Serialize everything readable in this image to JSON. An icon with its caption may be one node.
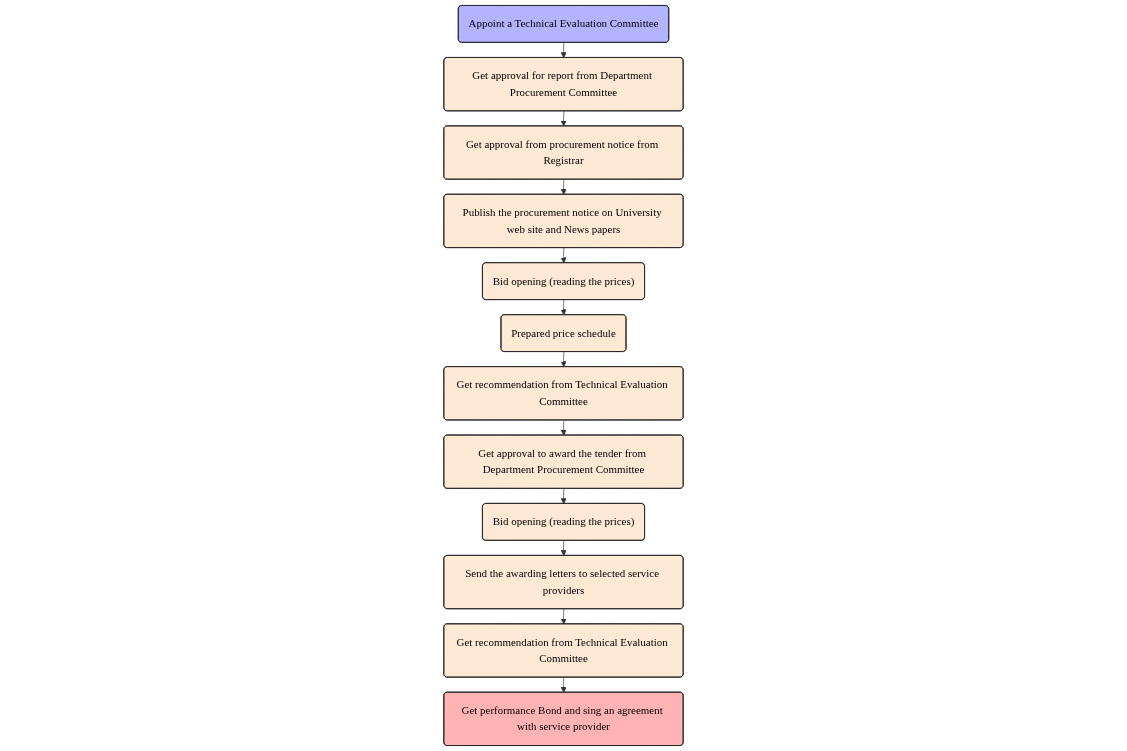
{
  "diagram": {
    "nodes": [
      {
        "text": [
          "Appoint a Technical Evaluation Committee"
        ]
      },
      {
        "text": [
          "Get approval for report from Department Procurement Committee"
        ]
      },
      {
        "text": [
          "Get approval from procurement notice from Registrar"
        ]
      },
      {
        "text": [
          "Publish the procurement notice on University web site and News papers"
        ]
      },
      {
        "text": [
          "Bid opening (reading the prices)"
        ]
      },
      {
        "text": [
          "Prepared price schedule"
        ]
      },
      {
        "text": [
          "Get recommendation from Technical Evaluation Committee"
        ]
      },
      {
        "text": [
          "Get approval to award the tender from Department Procurement Committee"
        ]
      },
      {
        "text": [
          "Bid opening (reading the prices)"
        ]
      },
      {
        "text": [
          "Send the awarding letters to selected service providers"
        ]
      },
      {
        "text": [
          "Get recommendation from Technical Evaluation Committee"
        ]
      },
      {
        "text": [
          "Get performance Bond and sing an agreement with service provider"
        ]
      }
    ],
    "edges": [
      {
        "from": 0,
        "to": 1,
        "arrow": "to"
      },
      {
        "from": 1,
        "to": 2,
        "arrow": "to"
      },
      {
        "from": 2,
        "to": 3,
        "arrow": "to"
      },
      {
        "from": 3,
        "to": 4,
        "arrow": "to"
      },
      {
        "from": 4,
        "to": 5,
        "arrow": "to"
      },
      {
        "from": 5,
        "to": 6,
        "arrow": "to"
      },
      {
        "from": 6,
        "to": 7,
        "arrow": "to"
      },
      {
        "from": 7,
        "to": 8,
        "arrow": "to"
      },
      {
        "from": 8,
        "to": 9,
        "arrow": "to"
      },
      {
        "from": 9,
        "to": 10,
        "arrow": "to"
      },
      {
        "from": 10,
        "to": 11,
        "arrow": "to"
      }
    ]
  }
}
